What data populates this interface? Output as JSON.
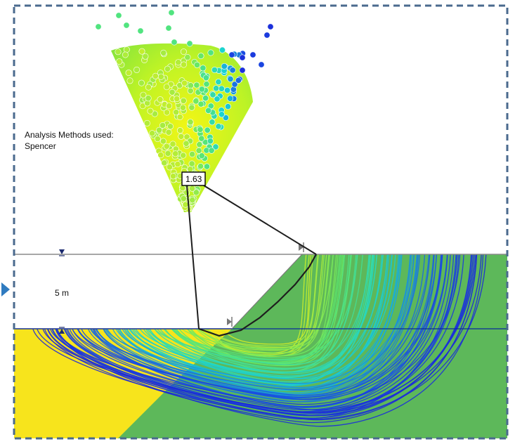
{
  "annotations": {
    "methods_title": "Analysis Methods used:",
    "methods_value": "Spencer",
    "height_label": "5 m",
    "min_factor_of_safety": "1.63"
  },
  "colors": {
    "clay_yellow": "#f7e41c",
    "slope_green": "#5db85a",
    "frame_dash": "#4a6a8e",
    "water_table": "#0a2a9a",
    "ground_line": "#8a8a8a",
    "surface_low": "#1c1cd6",
    "surface_mid": "#19d3d3",
    "surface_high": "#d8ef22"
  }
}
